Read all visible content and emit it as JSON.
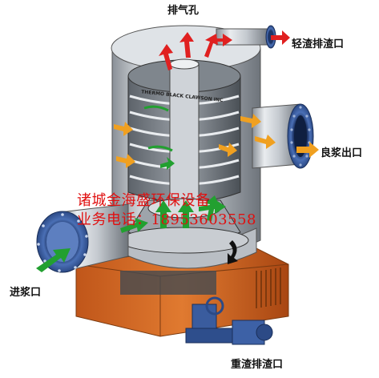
{
  "labels": {
    "vent": "排气孔",
    "light_outlet": "轻渣排渣口",
    "good_outlet": "良浆出口",
    "inlet": "进浆口",
    "heavy_outlet": "重渣排渣口"
  },
  "vendor_plate": "THERMO BLACK CLAWSON INC",
  "watermark": {
    "company": "诸城金海盛环保设备",
    "phone_line": "业务电话：18953603558"
  },
  "colors": {
    "steel_light": "#e9ecef",
    "steel_mid": "#b7bcc2",
    "steel_dark": "#6e747b",
    "flange_blue": "#3a5c9e",
    "base_orange": "#d2691e",
    "arrow_red": "#e02020",
    "arrow_green": "#22a030",
    "arrow_orange": "#f0a020",
    "watermark_red": "#e01010"
  }
}
